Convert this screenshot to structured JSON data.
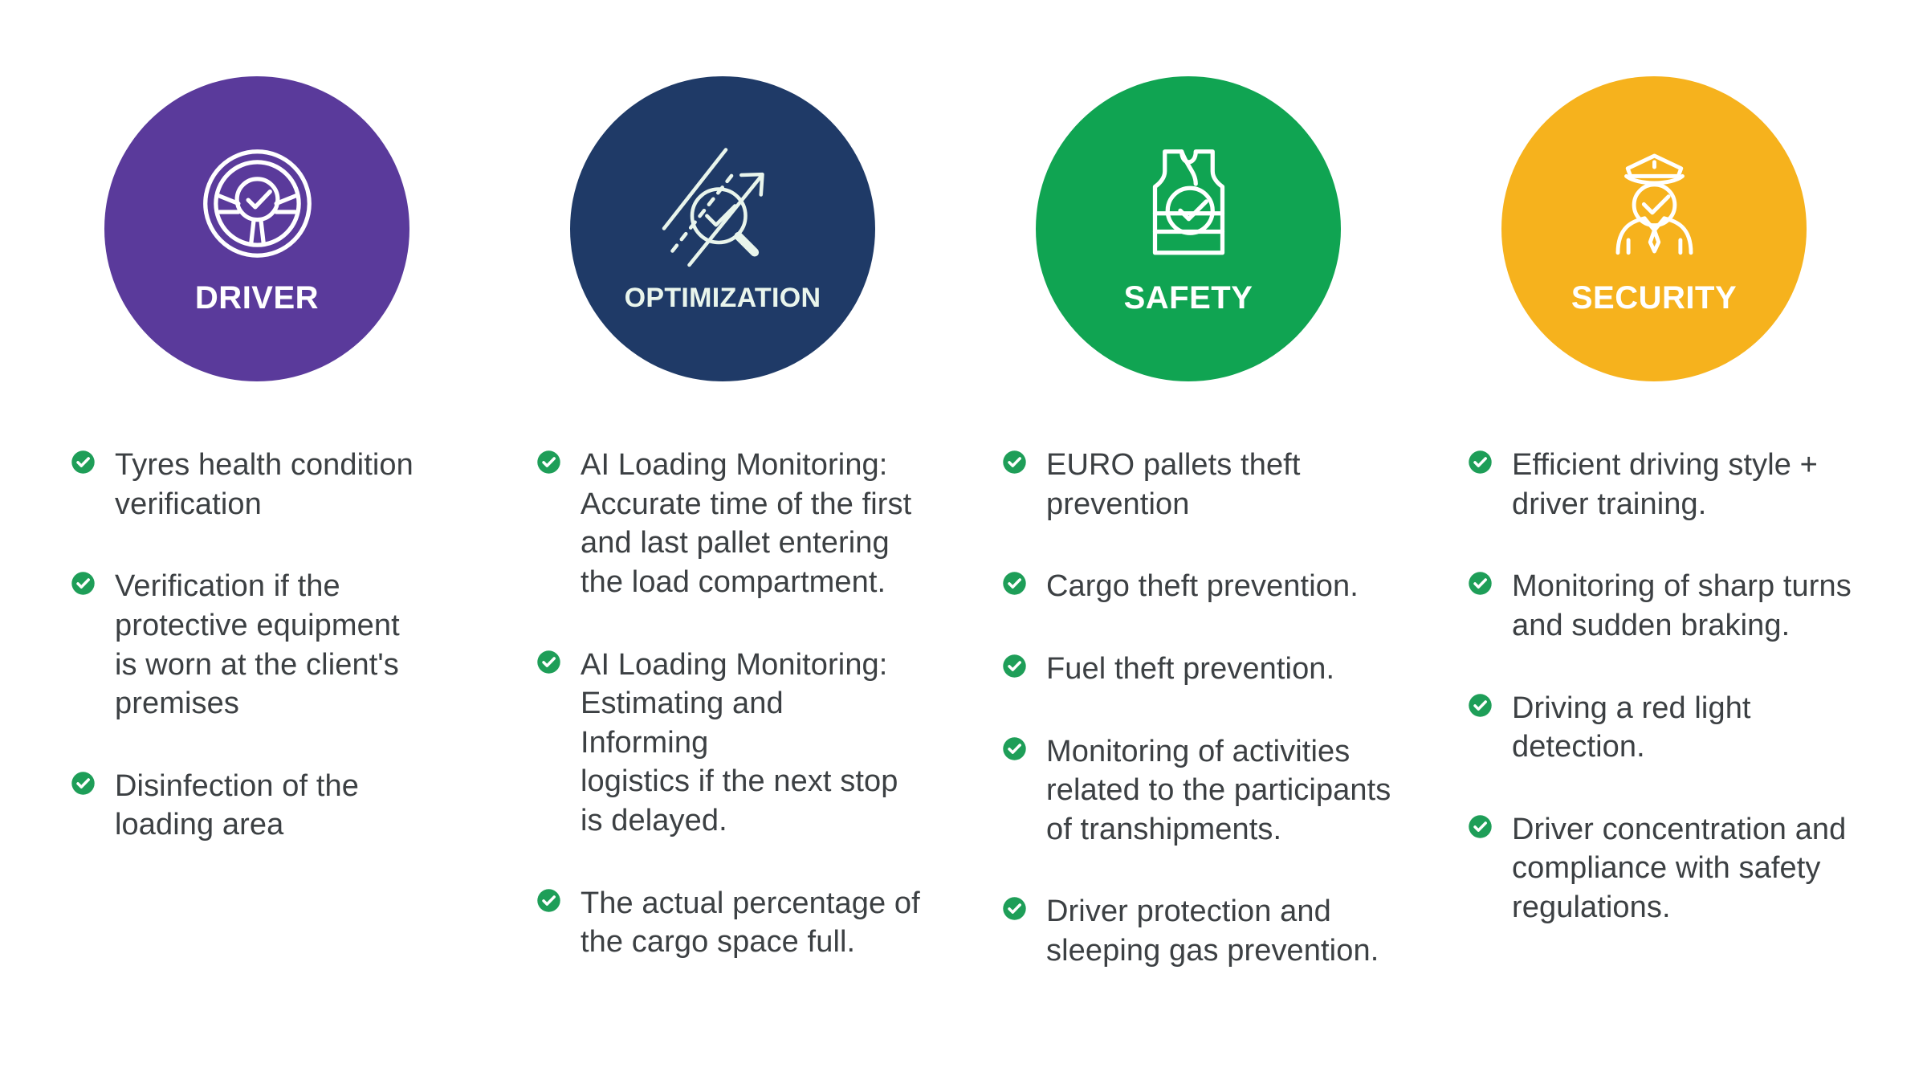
{
  "page": {
    "background": "#FFFFFF",
    "text_color": "#3C4043"
  },
  "bullet": {
    "icon": "check-circle-icon",
    "color": "#1E9E58",
    "check_color": "#FFFFFF"
  },
  "columns": [
    {
      "id": "driver",
      "title": "DRIVER",
      "icon": "steering-wheel-check-icon",
      "circle_color": "#5A3A9B",
      "content_color": "#FFFFFF",
      "items": [
        "Tyres health condition\nverification",
        "Verification if the\nprotective equipment\nis worn at the client's\npremises",
        "Disinfection of the\nloading area"
      ]
    },
    {
      "id": "optimization",
      "title": "OPTIMIZATION",
      "icon": "growth-magnifier-check-icon",
      "circle_color": "#1F3A67",
      "content_color": "#E9F5EC",
      "items": [
        "AI Loading Monitoring:\nAccurate time of the first\nand last pallet entering\nthe load compartment.",
        "AI Loading Monitoring:\nEstimating and\nInforming\nlogistics if the next stop\nis delayed.",
        "The actual percentage of\nthe cargo space full."
      ]
    },
    {
      "id": "safety",
      "title": "SAFETY",
      "icon": "safety-vest-check-icon",
      "circle_color": "#10A452",
      "content_color": "#FFFFFF",
      "items": [
        "EURO pallets theft\nprevention",
        "Cargo theft prevention.",
        "Fuel theft prevention.",
        "Monitoring of activities\nrelated to the participants\nof transhipments.",
        "Driver protection and\nsleeping gas prevention."
      ]
    },
    {
      "id": "security",
      "title": "SECURITY",
      "icon": "security-guard-check-icon",
      "circle_color": "#F6B21D",
      "content_color": "#FFFFFF",
      "items": [
        "Efficient driving style +\ndriver training.",
        "Monitoring of sharp turns\nand sudden braking.",
        "Driving a red light\ndetection.",
        "Driver concentration and\ncompliance with safety\nregulations."
      ]
    }
  ]
}
